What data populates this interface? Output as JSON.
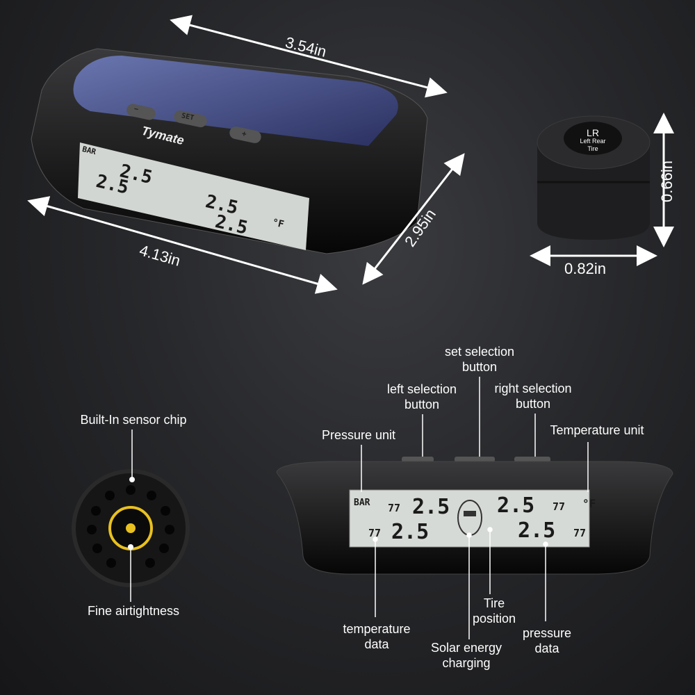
{
  "device": {
    "brand": "Tymate",
    "buttons": {
      "minus": "−",
      "set": "SET",
      "plus": "+"
    },
    "lcd": {
      "pressure_unit": "BAR",
      "temperature_unit": "°F",
      "pressure_value": "2.5",
      "temperature_value": "77"
    }
  },
  "sensor": {
    "cap_code": "LR",
    "cap_text_line1": "Left Rear",
    "cap_text_line2": "Tire"
  },
  "dimensions": {
    "width_top": "3.54in",
    "length": "4.13in",
    "depth": "2.95in",
    "sensor_height": "0.66in",
    "sensor_diameter": "0.82in"
  },
  "annotations": {
    "chip": "Built-In sensor chip",
    "airtight": "Fine airtightness",
    "set_button": [
      "set selection",
      "button"
    ],
    "left_button": [
      "left selection",
      "button"
    ],
    "right_button": [
      "right selection",
      "button"
    ],
    "pressure_unit": "Pressure unit",
    "temperature_unit": "Temperature unit",
    "temperature_data": [
      "temperature",
      "data"
    ],
    "solar": [
      "Solar energy",
      "charging"
    ],
    "tire_position": [
      "Tire",
      "position"
    ],
    "pressure_data": [
      "pressure",
      "data"
    ]
  },
  "colors": {
    "lcd": "#d8dcd8",
    "solar": "#4a5690",
    "chip_ring": "#e8c020"
  }
}
